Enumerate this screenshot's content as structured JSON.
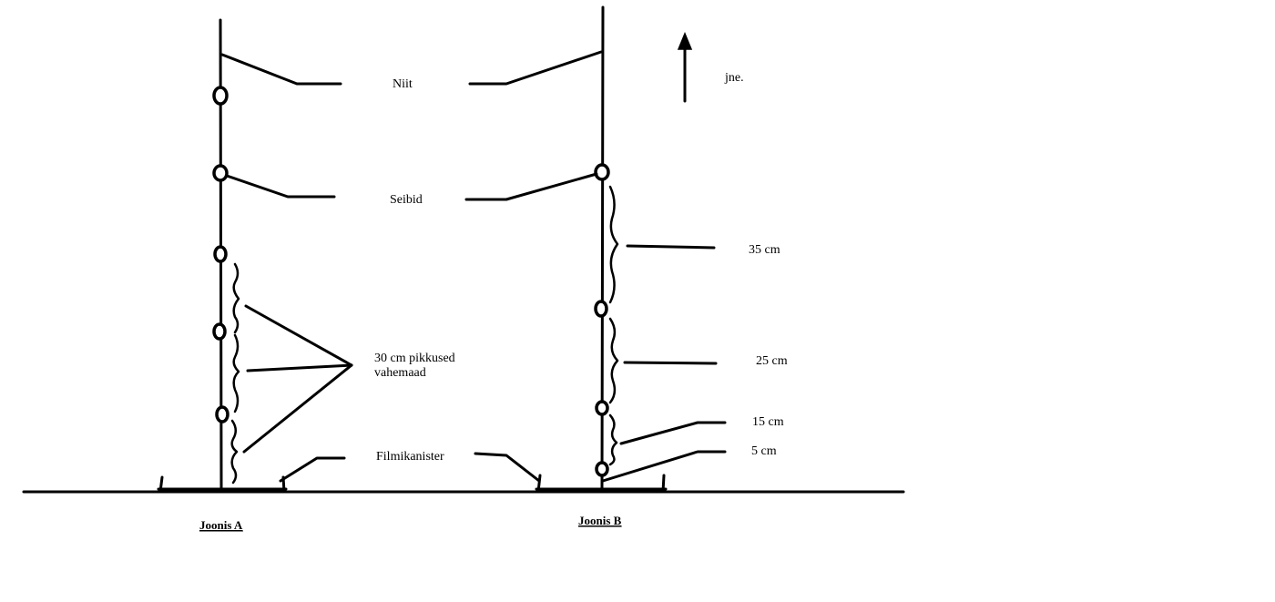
{
  "labels": {
    "niit": "Niit",
    "seibid": "Seibid",
    "spacing_line1": "30 cm pikkused",
    "spacing_line2": "vahemaad",
    "filmikanister": "Filmikanister",
    "jne": "jne.",
    "d35": "35 cm",
    "d25": "25 cm",
    "d15": "15 cm",
    "d5": "5 cm"
  },
  "captions": {
    "figure_a": "Joonis A",
    "figure_b": "Joonis B"
  }
}
